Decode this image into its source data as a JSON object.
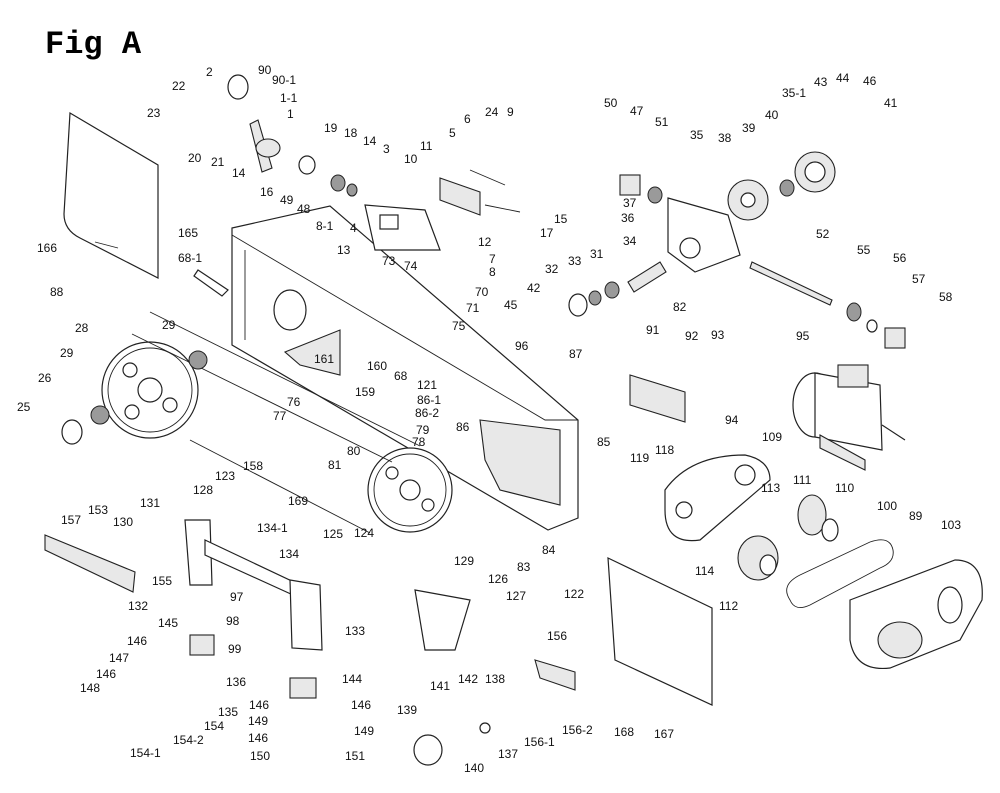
{
  "figure": {
    "title": "Fig A"
  },
  "callouts": [
    {
      "id": "c2",
      "text": "2"
    },
    {
      "id": "c90",
      "text": "90"
    },
    {
      "id": "c90_1",
      "text": "90-1"
    },
    {
      "id": "c22",
      "text": "22"
    },
    {
      "id": "c23",
      "text": "23"
    },
    {
      "id": "c1_1",
      "text": "1-1"
    },
    {
      "id": "c1",
      "text": "1"
    },
    {
      "id": "c20",
      "text": "20"
    },
    {
      "id": "c21",
      "text": "21"
    },
    {
      "id": "c14a",
      "text": "14"
    },
    {
      "id": "c16",
      "text": "16"
    },
    {
      "id": "c49",
      "text": "49"
    },
    {
      "id": "c48",
      "text": "48"
    },
    {
      "id": "c19",
      "text": "19"
    },
    {
      "id": "c18",
      "text": "18"
    },
    {
      "id": "c14b",
      "text": "14"
    },
    {
      "id": "c3",
      "text": "3"
    },
    {
      "id": "c8_1",
      "text": "8-1"
    },
    {
      "id": "c4",
      "text": "4"
    },
    {
      "id": "c13",
      "text": "13"
    },
    {
      "id": "c10",
      "text": "10"
    },
    {
      "id": "c11",
      "text": "11"
    },
    {
      "id": "c5",
      "text": "5"
    },
    {
      "id": "c6",
      "text": "6"
    },
    {
      "id": "c24",
      "text": "24"
    },
    {
      "id": "c9",
      "text": "9"
    },
    {
      "id": "c12",
      "text": "12"
    },
    {
      "id": "c17",
      "text": "17"
    },
    {
      "id": "c15",
      "text": "15"
    },
    {
      "id": "c7",
      "text": "7"
    },
    {
      "id": "c8",
      "text": "8"
    },
    {
      "id": "c73",
      "text": "73"
    },
    {
      "id": "c74",
      "text": "74"
    },
    {
      "id": "c70",
      "text": "70"
    },
    {
      "id": "c71",
      "text": "71"
    },
    {
      "id": "c75",
      "text": "75"
    },
    {
      "id": "c50",
      "text": "50"
    },
    {
      "id": "c47",
      "text": "47"
    },
    {
      "id": "c51",
      "text": "51"
    },
    {
      "id": "c35",
      "text": "35"
    },
    {
      "id": "c38",
      "text": "38"
    },
    {
      "id": "c39",
      "text": "39"
    },
    {
      "id": "c40",
      "text": "40"
    },
    {
      "id": "c35_1",
      "text": "35-1"
    },
    {
      "id": "c43",
      "text": "43"
    },
    {
      "id": "c44",
      "text": "44"
    },
    {
      "id": "c46",
      "text": "46"
    },
    {
      "id": "c41",
      "text": "41"
    },
    {
      "id": "c37",
      "text": "37"
    },
    {
      "id": "c36",
      "text": "36"
    },
    {
      "id": "c34",
      "text": "34"
    },
    {
      "id": "c52",
      "text": "52"
    },
    {
      "id": "c32",
      "text": "32"
    },
    {
      "id": "c33",
      "text": "33"
    },
    {
      "id": "c31",
      "text": "31"
    },
    {
      "id": "c42",
      "text": "42"
    },
    {
      "id": "c45",
      "text": "45"
    },
    {
      "id": "c82",
      "text": "82"
    },
    {
      "id": "c96",
      "text": "96"
    },
    {
      "id": "c55",
      "text": "55"
    },
    {
      "id": "c56",
      "text": "56"
    },
    {
      "id": "c57",
      "text": "57"
    },
    {
      "id": "c58",
      "text": "58"
    },
    {
      "id": "c166",
      "text": "166"
    },
    {
      "id": "c165",
      "text": "165"
    },
    {
      "id": "c68_1",
      "text": "68-1"
    },
    {
      "id": "c88",
      "text": "88"
    },
    {
      "id": "c28",
      "text": "28"
    },
    {
      "id": "c29a",
      "text": "29"
    },
    {
      "id": "c29b",
      "text": "29"
    },
    {
      "id": "c26",
      "text": "26"
    },
    {
      "id": "c25",
      "text": "25"
    },
    {
      "id": "c161",
      "text": "161"
    },
    {
      "id": "c160",
      "text": "160"
    },
    {
      "id": "c159",
      "text": "159"
    },
    {
      "id": "c68",
      "text": "68"
    },
    {
      "id": "c76",
      "text": "76"
    },
    {
      "id": "c77",
      "text": "77"
    },
    {
      "id": "c121",
      "text": "121"
    },
    {
      "id": "c86_1",
      "text": "86-1"
    },
    {
      "id": "c86_2",
      "text": "86-2"
    },
    {
      "id": "c86",
      "text": "86"
    },
    {
      "id": "c79",
      "text": "79"
    },
    {
      "id": "c78",
      "text": "78"
    },
    {
      "id": "c87",
      "text": "87"
    },
    {
      "id": "c91",
      "text": "91"
    },
    {
      "id": "c92",
      "text": "92"
    },
    {
      "id": "c93",
      "text": "93"
    },
    {
      "id": "c94",
      "text": "94"
    },
    {
      "id": "c95",
      "text": "95"
    },
    {
      "id": "c80",
      "text": "80"
    },
    {
      "id": "c81",
      "text": "81"
    },
    {
      "id": "c169",
      "text": "169"
    },
    {
      "id": "c123",
      "text": "123"
    },
    {
      "id": "c158",
      "text": "158"
    },
    {
      "id": "c128",
      "text": "128"
    },
    {
      "id": "c85",
      "text": "85"
    },
    {
      "id": "c118",
      "text": "118"
    },
    {
      "id": "c119",
      "text": "119"
    },
    {
      "id": "c109",
      "text": "109"
    },
    {
      "id": "c113",
      "text": "113"
    },
    {
      "id": "c111",
      "text": "111"
    },
    {
      "id": "c110",
      "text": "110"
    },
    {
      "id": "c100",
      "text": "100"
    },
    {
      "id": "c89",
      "text": "89"
    },
    {
      "id": "c103",
      "text": "103"
    },
    {
      "id": "c157",
      "text": "157"
    },
    {
      "id": "c153",
      "text": "153"
    },
    {
      "id": "c131",
      "text": "131"
    },
    {
      "id": "c130",
      "text": "130"
    },
    {
      "id": "c134_1",
      "text": "134-1"
    },
    {
      "id": "c134",
      "text": "134"
    },
    {
      "id": "c125",
      "text": "125"
    },
    {
      "id": "c124",
      "text": "124"
    },
    {
      "id": "c155",
      "text": "155"
    },
    {
      "id": "c132",
      "text": "132"
    },
    {
      "id": "c145",
      "text": "145"
    },
    {
      "id": "c97",
      "text": "97"
    },
    {
      "id": "c98",
      "text": "98"
    },
    {
      "id": "c99",
      "text": "99"
    },
    {
      "id": "c133",
      "text": "133"
    },
    {
      "id": "c84",
      "text": "84"
    },
    {
      "id": "c83",
      "text": "83"
    },
    {
      "id": "c129",
      "text": "129"
    },
    {
      "id": "c126",
      "text": "126"
    },
    {
      "id": "c127",
      "text": "127"
    },
    {
      "id": "c114",
      "text": "114"
    },
    {
      "id": "c112",
      "text": "112"
    },
    {
      "id": "c122",
      "text": "122"
    },
    {
      "id": "c146a",
      "text": "146"
    },
    {
      "id": "c147",
      "text": "147"
    },
    {
      "id": "c146b",
      "text": "146"
    },
    {
      "id": "c148",
      "text": "148"
    },
    {
      "id": "c136",
      "text": "136"
    },
    {
      "id": "c135",
      "text": "135"
    },
    {
      "id": "c154",
      "text": "154"
    },
    {
      "id": "c154_2",
      "text": "154-2"
    },
    {
      "id": "c154_1",
      "text": "154-1"
    },
    {
      "id": "c144",
      "text": "144"
    },
    {
      "id": "c146c",
      "text": "146"
    },
    {
      "id": "c146d",
      "text": "146"
    },
    {
      "id": "c149a",
      "text": "149"
    },
    {
      "id": "c149b",
      "text": "149"
    },
    {
      "id": "c146e",
      "text": "146"
    },
    {
      "id": "c150",
      "text": "150"
    },
    {
      "id": "c151",
      "text": "151"
    },
    {
      "id": "c156",
      "text": "156"
    },
    {
      "id": "c141",
      "text": "141"
    },
    {
      "id": "c142",
      "text": "142"
    },
    {
      "id": "c138",
      "text": "138"
    },
    {
      "id": "c139",
      "text": "139"
    },
    {
      "id": "c140",
      "text": "140"
    },
    {
      "id": "c137",
      "text": "137"
    },
    {
      "id": "c156_1",
      "text": "156-1"
    },
    {
      "id": "c156_2",
      "text": "156-2"
    },
    {
      "id": "c168",
      "text": "168"
    },
    {
      "id": "c167",
      "text": "167"
    }
  ]
}
